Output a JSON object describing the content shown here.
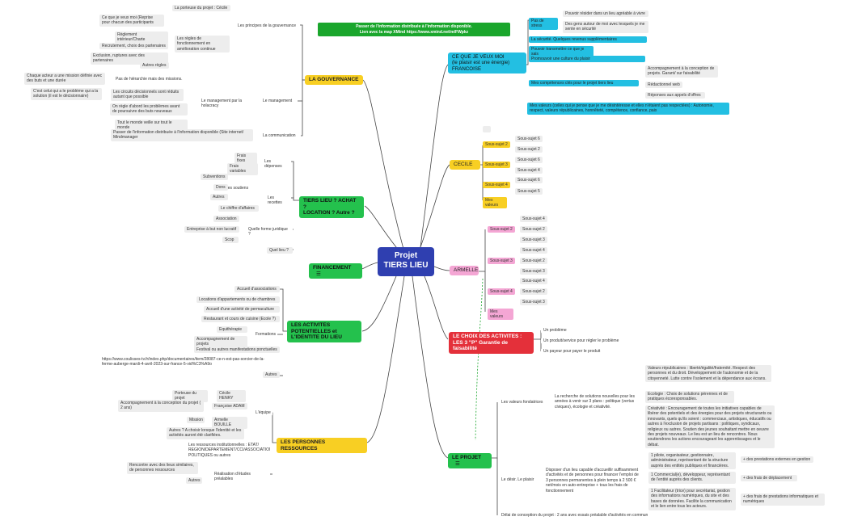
{
  "central": {
    "line1": "Projet",
    "line2": "TIERS LIEU"
  },
  "banner": {
    "line1": "Passer de l'information distribuée à l'information disponible.",
    "line2": "Lien avec la map XMind  https://www.xmind.net/m/FWpkz"
  },
  "gouvernance": {
    "title": "LA GOUVERNANCE",
    "principes": {
      "label": "Les principes de la gouvernance",
      "items": [
        "La porteuse du projet : Cécile",
        "Ce que je veux moi (Reprise pour chacun des participants",
        "Règlement intérieur/Charte",
        "Les règles de fonctionnement en amélioration continue",
        "Recrutement, choix des partenaires",
        "Exclusion, ruptures avec des partenaires",
        "Autres règles"
      ]
    },
    "management": {
      "label": "Le management",
      "holacracy": "Le management par la holacracy",
      "items": [
        "Chaque acteur a une mission définie avec des buts et une durée",
        "Pas de hiérarchie mais des missions.",
        "C'est celui qui a le problème qui a la solution  (il est le décisionnaire)",
        "Les circuits décisionnels sont réduits autant que possible",
        "On règle d'abord les problèmes avant de poursuivre des buts nouveaux",
        "Tout le monde veille sur tout le monde"
      ]
    },
    "communication": {
      "label": "La communication",
      "item": "Passer de l'information distribuée à l'information disponible (Site internet/ Mindmanager"
    }
  },
  "achat": {
    "title1": "TIERS LIEU ? ACHAT ?",
    "title2": "LOCATION ? Autre ?",
    "depenses": {
      "label": "Les dépenses",
      "items": [
        "Frais fixes",
        "Frais variables"
      ]
    },
    "recettes": {
      "label": "Les recettes",
      "soutiens": "Les soutiens",
      "items": [
        "Subventions",
        "Dons",
        "Autres",
        "Le chiffre d'affaires"
      ]
    },
    "forme": {
      "label": "Quelle forme juridique ?",
      "items": [
        "Association",
        "Entreprise à but non lucratif",
        "Scop"
      ]
    },
    "quel_lieu": "Quel lieu ?"
  },
  "financement": {
    "title": "FINANCEMENT"
  },
  "activites": {
    "title1": "LES ACTIVITES",
    "title2": "POTENTIELLES et",
    "title3": "L'IDENTITE DU LIEU",
    "items": [
      "Accueil d'associations",
      "Locations d'appartements ou de chambres",
      "Accueil d'une activité de permaculture",
      "Restaurant et cours de cuisine (Ecole ?)",
      "Festival ou autres manifestations ponctuelles"
    ],
    "formations": {
      "label": "Formations",
      "items": [
        "Equithérapie",
        "Accompagnement de projets"
      ]
    },
    "link": "https://www.coulisses-tv.fr/index.php/documentaires/item/28087-ce-n-est-pas-sorcier-de-la-ferme-auberge-mardi-4-avril-2023-sur-france-5-vid%C3%A9o",
    "autres": "Autres"
  },
  "personnes": {
    "title": "LES PERSONNES RESSOURCES",
    "equipe": {
      "label": "L'équipe",
      "roles": [
        "Porteuse du projet",
        "Accompagnement à la conception du projet ( 2 ans)",
        "Mission"
      ],
      "people": [
        "Cécile HENRY",
        "Françoise ADAM",
        "Armelle BOUILLE"
      ],
      "autres": "Autres ? A choisir lorsque l'identité et les activités auront été clarifiées."
    },
    "ressources": "Les ressources institutionnelles : ETAT/ REGION/DEPARTEMENT/CCI/ASSOCIATIONS/ POLITIQUES ou autres",
    "etudes": {
      "label": "Réalisation d'études préalables",
      "items": [
        "Rencontre avec des lieux similaires, de personnes ressources",
        "Autres"
      ]
    }
  },
  "veux": {
    "title1": "CE QUE JE VEUX MOI",
    "title2": "(le plaisir est une énergie)",
    "title3": "FRANCOISE",
    "stress": {
      "label": "Pas de stress",
      "items": [
        "Pouvoir résider dans un lieu agréable à vivre",
        "Des gens autour de moi avec lesquels je me sente en sécurité"
      ]
    },
    "items": [
      "La sécurité. Quelques revenus supplémentaires",
      "Pouvoir transmettre ce que je sais",
      "Promouvoir une culture du plaisir"
    ],
    "competences": {
      "label": "Mes compétences clés pour le projet tiers lieu",
      "items": [
        "Accompagnement à la conception de projets. Garant/ sur faisabilité",
        "Rédactionnel web",
        "Réponses aux appels d'offres"
      ]
    },
    "valeurs": "Mes valeurs (celles qui je pense que je me désintéresse et elles n'étaient pas respectées) : Autonomie, respect, valeurs républicaines, honnêteté, compétence, confiance, paix"
  },
  "cecile": {
    "title": "CECILE",
    "groups": [
      {
        "label": "Sous-sujet 2",
        "items": [
          "Sous-sujet 6",
          "Sous-sujet 2"
        ]
      },
      {
        "label": "Sous-sujet 3",
        "items": [
          "Sous-sujet 6",
          "Sous-sujet 4"
        ]
      },
      {
        "label": "Sous-sujet 4",
        "items": [
          "Sous-sujet 6",
          "Sous-sujet 5"
        ]
      }
    ],
    "valeurs": "Mes valeurs"
  },
  "armelle": {
    "title": "ARMELLE",
    "groups": [
      {
        "label": "Sous-sujet 2",
        "items": [
          "Sous-sujet 4",
          "Sous-sujet 2",
          "Sous-sujet 3"
        ]
      },
      {
        "label": "Sous-sujet 3",
        "items": [
          "Sous-sujet 4",
          "Sous-sujet 2",
          "Sous-sujet 3"
        ]
      },
      {
        "label": "Sous-sujet 4",
        "items": [
          "Sous-sujet 4",
          "Sous-sujet 2",
          "Sous-sujet 3"
        ]
      }
    ],
    "valeurs": "Mes valeurs"
  },
  "choix": {
    "title1": "LE CHOIX DES ACTIVITES :",
    "title2": "LES 3 \"P\" Garantie de faisabilité",
    "items": [
      "Un problème",
      "Un produit/service pour régler le problème",
      "Un payeur pour payer le produit"
    ]
  },
  "projet": {
    "title": "LE PROJET",
    "valeurs": {
      "label": "Les valeurs fondatrices",
      "intro": "La recherche de solutions nouvelles pour les années à venir sur 3 plans : politique (vertus civiques), écologie et créativité.",
      "items": [
        "Valeurs républicaines : liberté/égalité/fraternité. Respect des personnes et du droit. Développement de l'autonomie et de la citoyenneté. Lutte contre l'isolement et la dépendance aux écrans.",
        "Ecologie : Choix de solutions pérennes et de pratiques écoresponsables.",
        "Créativité : Encouragement de toutes les initiatives capables de libérer des potentiels et des énergies pour des projets structurants ou innovants, quels qu'ils soient : commerciaux, artistiques, éducatifs ou autres à l'exclusion de projets partisans : politiques, syndicaux, religieux ou autres. Soutien des jeunes  souhaitant mettre en oeuvre des projets nouveaux. Le lieu est un lieu de rencontres. Nous soutiendrons les actions encourageant les apprentissages et le débat."
      ]
    },
    "desir": {
      "label": "Le désir. Le plaisir",
      "intro": "Disposer d'un lieu capable d'accueillir suffisamment d'activités et de personnes pour financer l'emploi de 3 personnes permanentes à plein temps à 2 500 € net/mois en auto-entreprise + tous les frais de fonctionnement",
      "items": [
        "1 pilote, organisateur, gestionnaire, administrateur, représentant de la structure auprès des entités publiques et financières.",
        "1 Commercial(e), développeur, représentant de l'entité auprès des clients.",
        "1 Facilitateur (trice) pour secrétariat, gestion des informations numériques, du site et des bases de données. Facilite la communication et le lien entre tous les acteurs."
      ],
      "extras": [
        "+ des prestations externes en gestion",
        "+ des frais de déplacement",
        "+ des frais de prestations informatiques et numériques"
      ]
    },
    "delai": "Délai de conception du projet : 2 ans avec essais préalable d'activités en commun"
  }
}
